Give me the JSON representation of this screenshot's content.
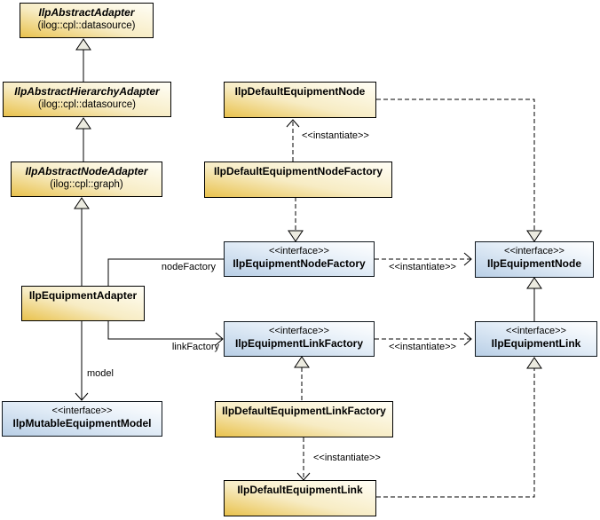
{
  "diagram_type": "uml-class-diagram",
  "classes": {
    "abstract_adapter": {
      "name": "IlpAbstractAdapter",
      "package": "(ilog::cpl::datasource)"
    },
    "abstract_hierarchy_adapter": {
      "name": "IlpAbstractHierarchyAdapter",
      "package": "(ilog::cpl::datasource)"
    },
    "abstract_node_adapter": {
      "name": "IlpAbstractNodeAdapter",
      "package": "(ilog::cpl::graph)"
    },
    "equipment_adapter": {
      "name": "IlpEquipmentAdapter"
    },
    "default_equipment_node": {
      "name": "IlpDefaultEquipmentNode"
    },
    "default_equipment_node_factory": {
      "name": "IlpDefaultEquipmentNodeFactory"
    },
    "equipment_node_factory": {
      "stereotype": "<<interface>>",
      "name": "IlpEquipmentNodeFactory"
    },
    "equipment_node": {
      "stereotype": "<<interface>>",
      "name": "IlpEquipmentNode"
    },
    "equipment_link_factory": {
      "stereotype": "<<interface>>",
      "name": "IlpEquipmentLinkFactory"
    },
    "equipment_link": {
      "stereotype": "<<interface>>",
      "name": "IlpEquipmentLink"
    },
    "default_equipment_link_factory": {
      "name": "IlpDefaultEquipmentLinkFactory"
    },
    "default_equipment_link": {
      "name": "IlpDefaultEquipmentLink"
    },
    "mutable_equipment_model": {
      "stereotype": "<<interface>>",
      "name": "IlpMutableEquipmentModel"
    }
  },
  "edge_labels": {
    "node_factory": "nodeFactory",
    "link_factory": "linkFactory",
    "model": "model",
    "instantiate": "<<instantiate>>"
  },
  "colors": {
    "class_gradient_start": "#e9c24d",
    "class_gradient_end": "#fffef6",
    "interface_gradient_start": "#b9cfe6",
    "interface_gradient_end": "#ffffff",
    "border": "#000000",
    "line": "#000000",
    "arrowhead_fill": "#ecebe0",
    "background": "#ffffff"
  }
}
